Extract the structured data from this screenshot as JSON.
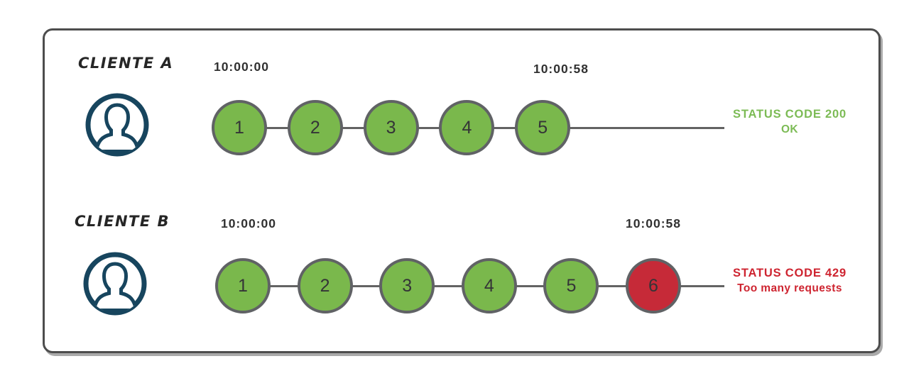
{
  "colors": {
    "green": "#7AB84C",
    "red": "#C62A38",
    "green_text": "#7CBB55",
    "red_text": "#CE2430",
    "navy": "#17455E",
    "line": "#636363",
    "circle_border": "#606265",
    "frame_border": "#4D4D4D"
  },
  "rows": [
    {
      "label": "CLIENTE A",
      "start_time": "10:00:00",
      "end_time": "10:00:58",
      "requests": [
        {
          "number": "1",
          "status": "success"
        },
        {
          "number": "2",
          "status": "success"
        },
        {
          "number": "3",
          "status": "success"
        },
        {
          "number": "4",
          "status": "success"
        },
        {
          "number": "5",
          "status": "success"
        }
      ],
      "status": {
        "line1": "STATUS CODE 200",
        "line2": "OK",
        "type": "success"
      }
    },
    {
      "label": "CLIENTE B",
      "start_time": "10:00:00",
      "end_time": "10:00:58",
      "requests": [
        {
          "number": "1",
          "status": "success"
        },
        {
          "number": "2",
          "status": "success"
        },
        {
          "number": "3",
          "status": "success"
        },
        {
          "number": "4",
          "status": "success"
        },
        {
          "number": "5",
          "status": "success"
        },
        {
          "number": "6",
          "status": "error"
        }
      ],
      "status": {
        "line1": "STATUS CODE 429",
        "line2": "Too many requests",
        "type": "error"
      }
    }
  ]
}
